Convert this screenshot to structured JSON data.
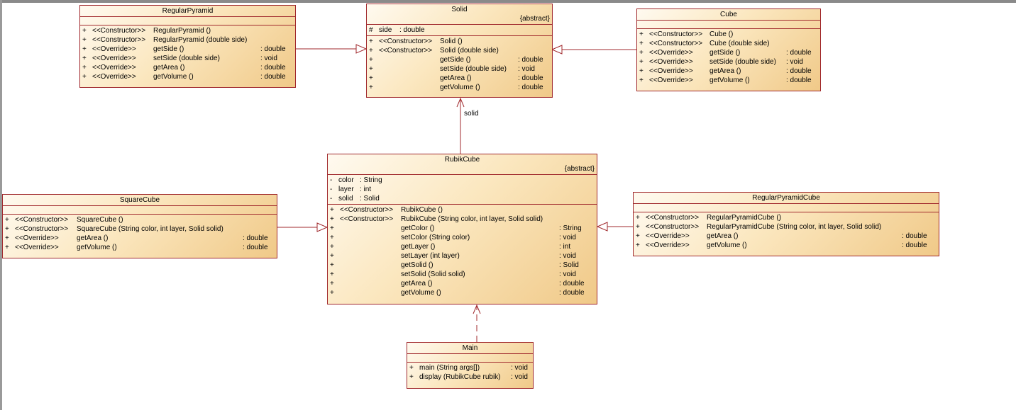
{
  "classes": {
    "solid": {
      "name": "Solid",
      "stereotype": "{abstract}",
      "attributes": [
        {
          "vis": "#",
          "name": "side",
          "type": ": double"
        }
      ],
      "ops": [
        {
          "vis": "+",
          "stereo": "<<Constructor>>",
          "sig": "Solid ()",
          "type": ""
        },
        {
          "vis": "+",
          "stereo": "<<Constructor>>",
          "sig": "Solid (double side)",
          "type": ""
        },
        {
          "vis": "+",
          "stereo": "",
          "sig": "getSide ()",
          "type": ": double"
        },
        {
          "vis": "+",
          "stereo": "",
          "sig": "setSide (double side)",
          "type": ": void"
        },
        {
          "vis": "+",
          "stereo": "",
          "sig": "getArea ()",
          "type": ": double"
        },
        {
          "vis": "+",
          "stereo": "",
          "sig": "getVolume ()",
          "type": ": double"
        }
      ]
    },
    "regular_pyramid": {
      "name": "RegularPyramid",
      "ops": [
        {
          "vis": "+",
          "stereo": "<<Constructor>>",
          "sig": "RegularPyramid ()",
          "type": ""
        },
        {
          "vis": "+",
          "stereo": "<<Constructor>>",
          "sig": "RegularPyramid (double side)",
          "type": ""
        },
        {
          "vis": "+",
          "stereo": "<<Override>>",
          "sig": "getSide ()",
          "type": ": double"
        },
        {
          "vis": "+",
          "stereo": "<<Override>>",
          "sig": "setSide (double side)",
          "type": ": void"
        },
        {
          "vis": "+",
          "stereo": "<<Override>>",
          "sig": "getArea ()",
          "type": ": double"
        },
        {
          "vis": "+",
          "stereo": "<<Override>>",
          "sig": "getVolume ()",
          "type": ": double"
        }
      ]
    },
    "cube": {
      "name": "Cube",
      "ops": [
        {
          "vis": "+",
          "stereo": "<<Constructor>>",
          "sig": "Cube ()",
          "type": ""
        },
        {
          "vis": "+",
          "stereo": "<<Constructor>>",
          "sig": "Cube (double side)",
          "type": ""
        },
        {
          "vis": "+",
          "stereo": "<<Override>>",
          "sig": "getSide ()",
          "type": ": double"
        },
        {
          "vis": "+",
          "stereo": "<<Override>>",
          "sig": "setSide (double side)",
          "type": ": void"
        },
        {
          "vis": "+",
          "stereo": "<<Override>>",
          "sig": "getArea ()",
          "type": ": double"
        },
        {
          "vis": "+",
          "stereo": "<<Override>>",
          "sig": "getVolume ()",
          "type": ": double"
        }
      ]
    },
    "rubik_cube": {
      "name": "RubikCube",
      "stereotype": "{abstract}",
      "attributes": [
        {
          "vis": "-",
          "name": "color",
          "type": ": String"
        },
        {
          "vis": "-",
          "name": "layer",
          "type": ": int"
        },
        {
          "vis": "-",
          "name": "solid",
          "type": ": Solid"
        }
      ],
      "ops": [
        {
          "vis": "+",
          "stereo": "<<Constructor>>",
          "sig": "RubikCube ()",
          "type": ""
        },
        {
          "vis": "+",
          "stereo": "<<Constructor>>",
          "sig": "RubikCube (String color, int layer, Solid solid)",
          "type": ""
        },
        {
          "vis": "+",
          "stereo": "",
          "sig": "getColor ()",
          "type": ": String"
        },
        {
          "vis": "+",
          "stereo": "",
          "sig": "setColor (String color)",
          "type": ": void"
        },
        {
          "vis": "+",
          "stereo": "",
          "sig": "getLayer ()",
          "type": ": int"
        },
        {
          "vis": "+",
          "stereo": "",
          "sig": "setLayer (int layer)",
          "type": ": void"
        },
        {
          "vis": "+",
          "stereo": "",
          "sig": "getSolid ()",
          "type": ": Solid"
        },
        {
          "vis": "+",
          "stereo": "",
          "sig": "setSolid (Solid solid)",
          "type": ": void"
        },
        {
          "vis": "+",
          "stereo": "",
          "sig": "getArea ()",
          "type": ": double"
        },
        {
          "vis": "+",
          "stereo": "",
          "sig": "getVolume ()",
          "type": ": double"
        }
      ]
    },
    "square_cube": {
      "name": "SquareCube",
      "ops": [
        {
          "vis": "+",
          "stereo": "<<Constructor>>",
          "sig": "SquareCube ()",
          "type": ""
        },
        {
          "vis": "+",
          "stereo": "<<Constructor>>",
          "sig": "SquareCube (String color, int layer, Solid solid)",
          "type": ""
        },
        {
          "vis": "+",
          "stereo": "<<Override>>",
          "sig": "getArea ()",
          "type": ": double"
        },
        {
          "vis": "+",
          "stereo": "<<Override>>",
          "sig": "getVolume ()",
          "type": ": double"
        }
      ]
    },
    "regular_pyramid_cube": {
      "name": "RegularPyramidCube",
      "ops": [
        {
          "vis": "+",
          "stereo": "<<Constructor>>",
          "sig": "RegularPyramidCube ()",
          "type": ""
        },
        {
          "vis": "+",
          "stereo": "<<Constructor>>",
          "sig": "RegularPyramidCube (String color, int layer, Solid solid)",
          "type": ""
        },
        {
          "vis": "+",
          "stereo": "<<Override>>",
          "sig": "getArea ()",
          "type": ": double"
        },
        {
          "vis": "+",
          "stereo": "<<Override>>",
          "sig": "getVolume ()",
          "type": ": double"
        }
      ]
    },
    "main": {
      "name": "Main",
      "ops": [
        {
          "vis": "+",
          "stereo": "",
          "sig": "main (String args[])",
          "type": ": void"
        },
        {
          "vis": "+",
          "stereo": "",
          "sig": "display (RubikCube rubik)",
          "type": ": void"
        }
      ]
    }
  },
  "association_label": "solid",
  "colors": {
    "line": "#a0282c",
    "fill_light": "#fffaf0",
    "fill_dark": "#f0c988"
  }
}
